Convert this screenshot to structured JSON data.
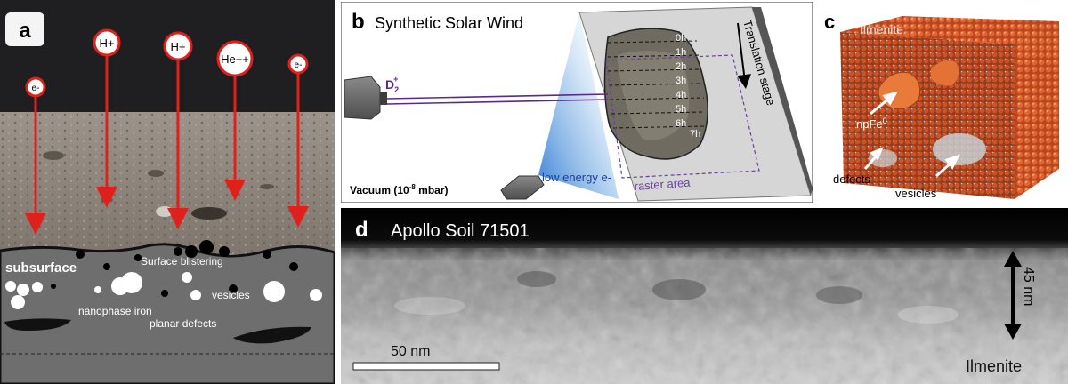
{
  "panel_a": {
    "label": "a",
    "particles": [
      "e-",
      "H+",
      "H+",
      "He++",
      "e-"
    ],
    "subsurface": "subsurface",
    "surface_blistering": "Surface blistering",
    "vesicles": "vesicles",
    "nanophase_iron": "nanophase iron",
    "planar_defects": "planar defects"
  },
  "panel_b": {
    "label": "b",
    "title": "Synthetic Solar Wind",
    "beam_label": "D",
    "beam_sub": "2",
    "beam_sup": "+",
    "times": [
      "0h",
      "1h",
      "2h",
      "3h",
      "4h",
      "5h",
      "6h",
      "7h"
    ],
    "translation_stage": "Translation stage",
    "low_energy": "low energy e-",
    "raster_area": "raster area",
    "vacuum": "Vacuum (10",
    "vacuum_exp": "-8",
    "vacuum_unit": " mbar)"
  },
  "panel_c": {
    "label": "c",
    "ilmenite": "Ilmenite",
    "npfe": "npFe",
    "npfe_sup": "0",
    "defects": "defects",
    "vesicles": "vesicles"
  },
  "panel_d": {
    "label": "d",
    "title": "Apollo Soil 71501",
    "scale_bar": "50 nm",
    "thickness": "45 nm",
    "ilmenite": "Ilmenite"
  },
  "colors": {
    "arrow_red": "#e0201b",
    "beam_purple": "#5b2a86",
    "ilmenite_orange": "#d2542a",
    "subsurface_gray": "#6e6e6e"
  }
}
